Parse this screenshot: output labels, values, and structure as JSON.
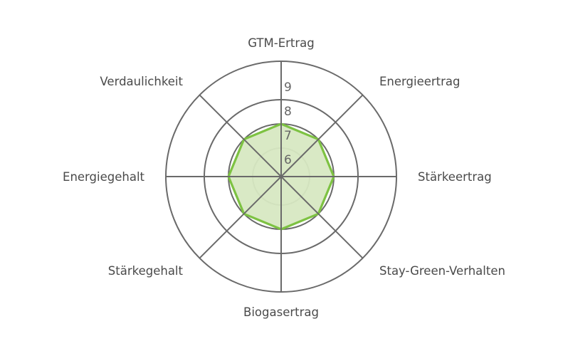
{
  "chart_data": {
    "type": "radar",
    "axes": [
      "GTM-Ertrag",
      "Energieertrag",
      "Stärkeertrag",
      "Stay-Green-Verhalten",
      "Biogasertrag",
      "Stärkegehalt",
      "Energiegehalt",
      "Verdaulichkeit"
    ],
    "ticks": [
      "6",
      "7",
      "8",
      "9"
    ],
    "tick_values": [
      6,
      7,
      8,
      9
    ],
    "range": [
      5,
      9
    ],
    "series": [
      {
        "values": [
          7,
          7,
          7,
          7,
          7,
          7,
          7,
          7
        ],
        "color": "#7dc242",
        "fill": "#d7e8c2"
      }
    ],
    "grid": true
  },
  "colors": {
    "grid": "#6a6a6a",
    "accent": "#7dc242",
    "fill": "#d7e8c2"
  }
}
